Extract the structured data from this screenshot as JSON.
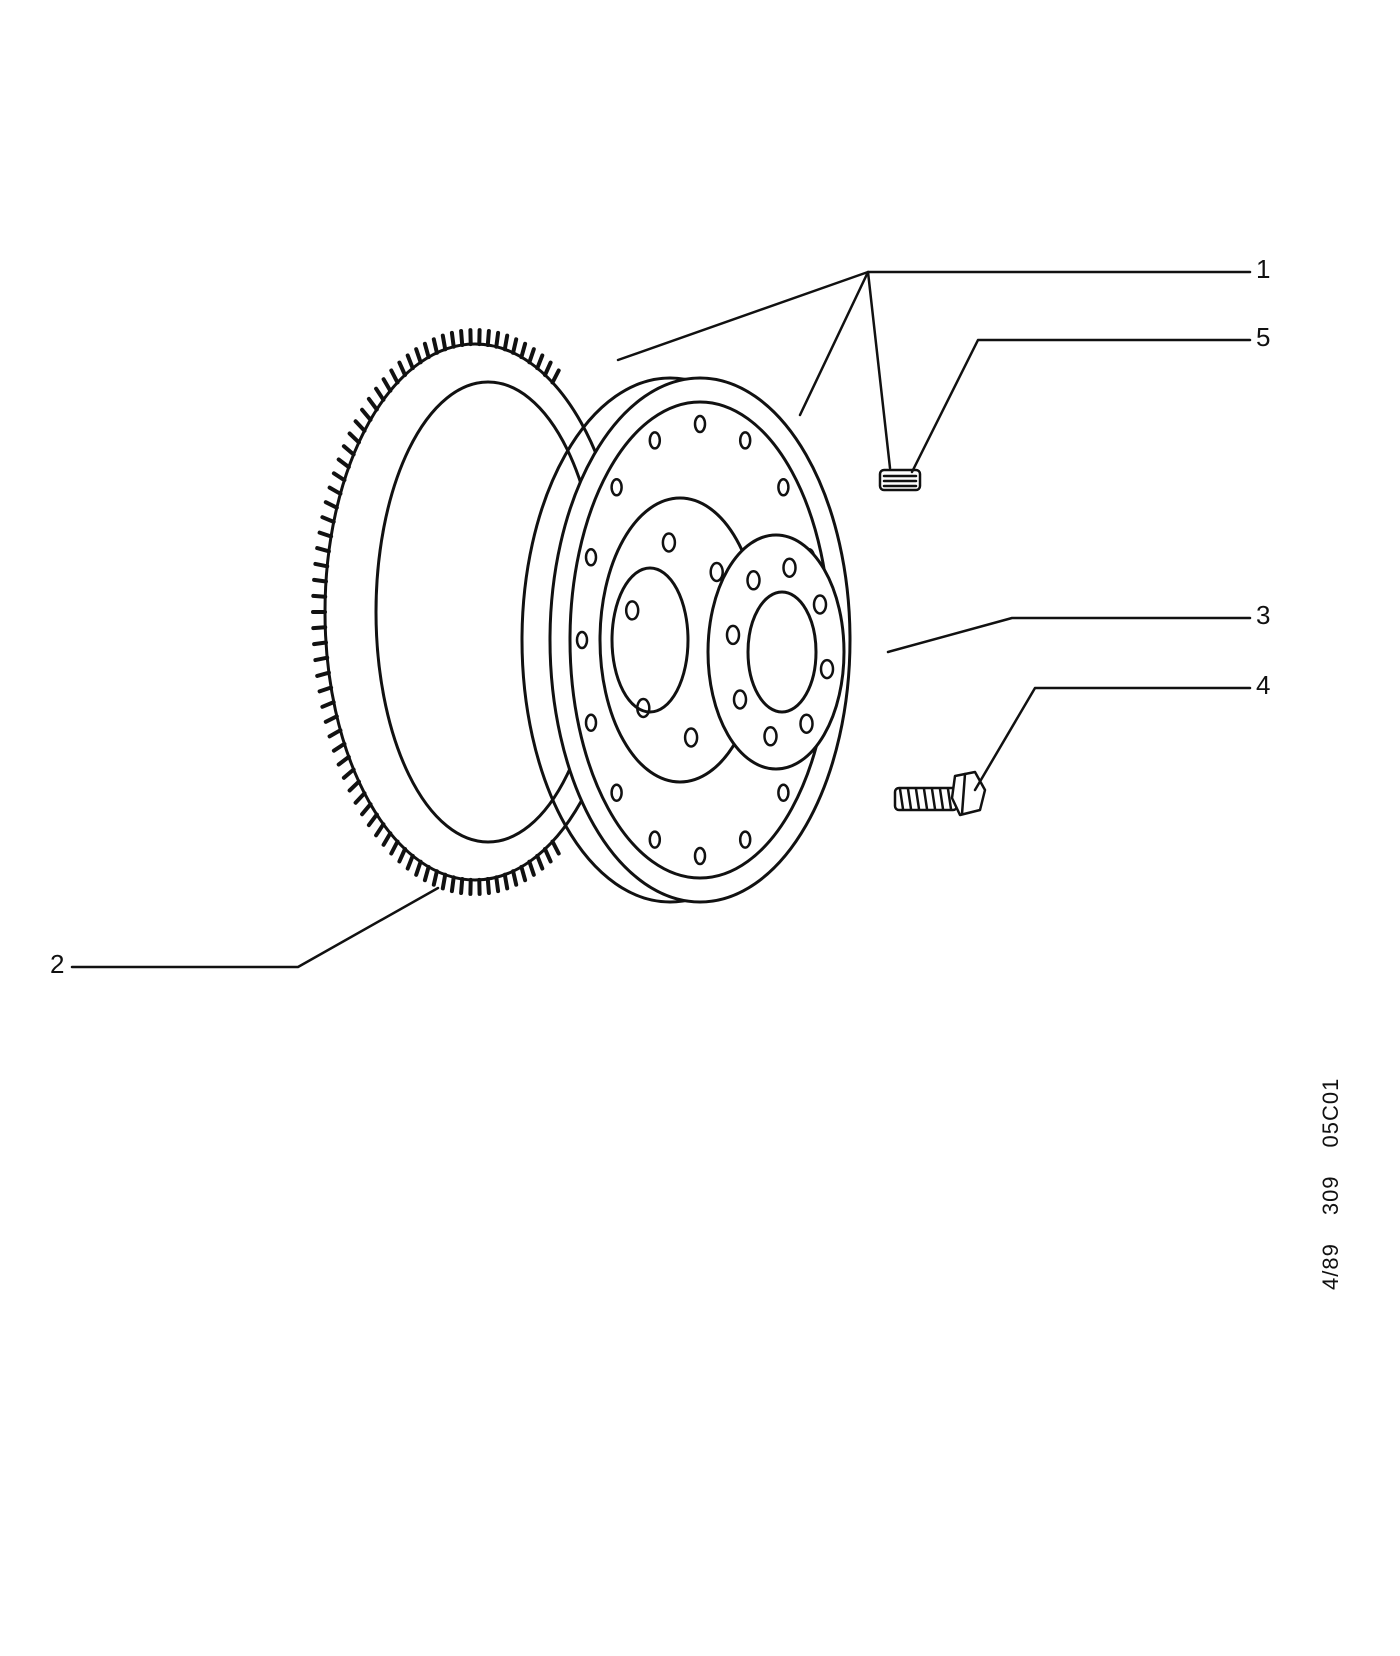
{
  "callouts": {
    "c1": "1",
    "c2": "2",
    "c3": "3",
    "c4": "4",
    "c5": "5"
  },
  "reference": {
    "date": "4/89",
    "model": "309",
    "code": "05C01"
  },
  "colors": {
    "ink": "#111111",
    "paper": "#ffffff"
  }
}
